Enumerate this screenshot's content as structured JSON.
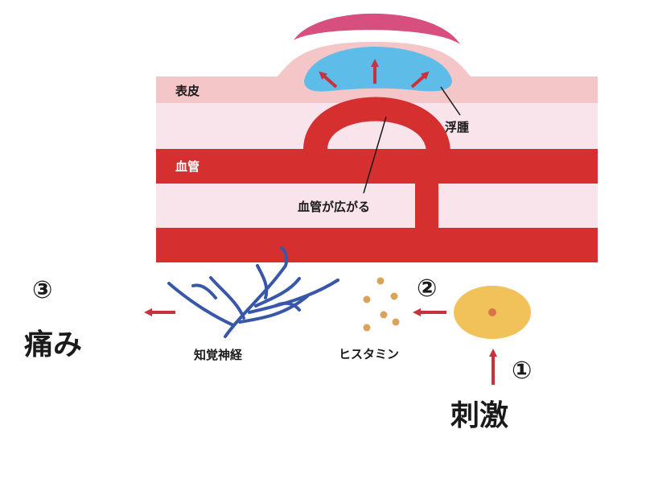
{
  "labels": {
    "epidermis": "表皮",
    "blood_vessel": "血管",
    "edema": "浮腫",
    "vasodilation": "血管が広がる",
    "sensory_nerve": "知覚神経",
    "histamine": "ヒスタミン",
    "stimulus": "刺激",
    "pain": "痛み"
  },
  "steps": {
    "step1": "①",
    "step2": "②",
    "step3": "③"
  },
  "colors": {
    "vessel_red": "#d62f2f",
    "skin_pink": "#f4c6c8",
    "tissue_pink": "#f8e4ea",
    "welt_magenta": "#d64f7e",
    "edema_blue": "#5ebde8",
    "nerve_blue": "#3857a8",
    "histamine_tan": "#d9a45a",
    "mast_cell_yellow": "#f2c25a",
    "arrow_red": "#c8323c"
  },
  "icons": {
    "arrows": "arrow-icon",
    "cell": "mast-cell-icon",
    "nerve": "nerve-icon"
  }
}
